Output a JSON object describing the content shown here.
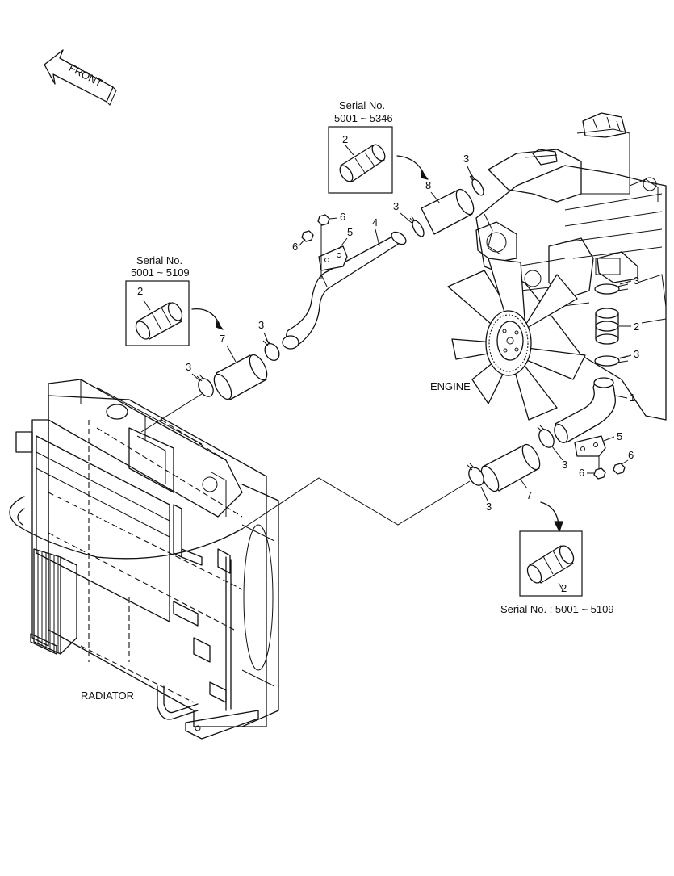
{
  "labels": {
    "front": "FRONT",
    "engine": "ENGINE",
    "radiator": "RADIATOR"
  },
  "serial_notes": {
    "top": {
      "title": "Serial No.",
      "range": "5001 ~ 5346"
    },
    "left": {
      "title": "Serial No.",
      "range": "5001 ~ 5109"
    },
    "bottom": {
      "text": "Serial No. : 5001 ~ 5109"
    }
  },
  "callouts": {
    "p1": "1",
    "p2": "2",
    "p3": "3",
    "p4": "4",
    "p5": "5",
    "p6": "6",
    "p7": "7",
    "p8": "8"
  },
  "colors": {
    "line": "#111111",
    "background": "#ffffff"
  }
}
